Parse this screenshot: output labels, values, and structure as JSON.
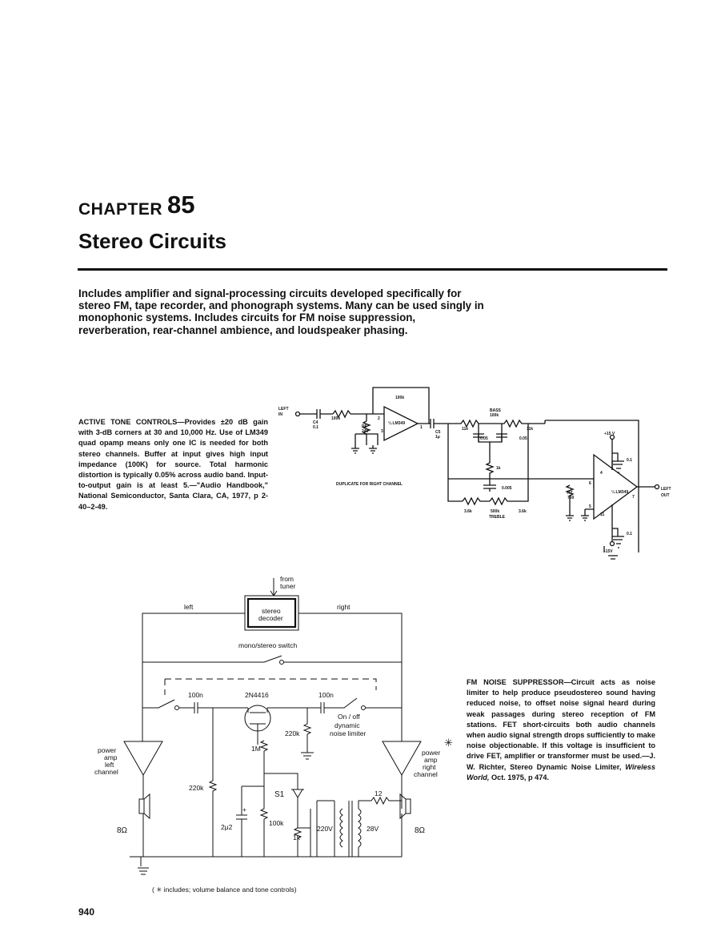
{
  "chapter": {
    "word": "CHAPTER",
    "number": "85",
    "title": "Stereo Circuits"
  },
  "intro": "Includes amplifier and signal-processing circuits developed specifically for stereo FM, tape recorder, and phonograph systems. Many can be used singly in monophonic systems. Includes circuits for FM noise suppression, reverberation, rear-channel ambience, and loudspeaker phasing.",
  "tone_controls": {
    "heading": "ACTIVE TONE CONTROLS",
    "text": "—Provides ±20 dB gain with 3-dB corners at 30 and 10,000 Hz. Use of LM349 quad opamp means only one IC is needed for both stereo channels. Buffer at input gives high input impedance (100K) for source. Total harmonic distortion is typically 0.05% across audio band. Input-to-output gain is at least 5.—\"Audio Handbook,\" National Semiconductor, Santa Clara, CA, 1977, p 2-40–2-49.",
    "schematic": {
      "left_in": [
        "LEFT",
        "IN"
      ],
      "c4": [
        "C4",
        "0.1"
      ],
      "r_in": "100k",
      "r6": [
        "R6",
        "24k"
      ],
      "r_fb": "100k",
      "opamp1": "¼ LM349",
      "c5": [
        "C5",
        "1μ"
      ],
      "bass": [
        "BASS",
        "100k"
      ],
      "r11k_a": "11k",
      "r11k_b": "11k",
      "c005_a": "0.05",
      "c005_b": "0.05",
      "r1k": "1k",
      "c0005": "0.005",
      "treble": [
        "3.6k",
        "500k",
        "3.6k",
        "TREBLE"
      ],
      "r7": [
        "R7",
        "750"
      ],
      "opamp2": "¼ LM349",
      "vplus": "+15 V",
      "vminus": "-15V",
      "c01_a": "0.1",
      "c01_b": "0.1",
      "left_out": [
        "LEFT",
        "OUT"
      ],
      "duplicate": "DUPLICATE FOR RIGHT CHANNEL",
      "pins": [
        "2",
        "3",
        "1",
        "6",
        "5",
        "7",
        "4",
        "11"
      ]
    }
  },
  "noise_suppressor": {
    "heading": "FM NOISE SUPPRESSOR",
    "text": "—Circuit acts as noise limiter to help produce pseudostereo sound having reduced noise, to offset noise signal heard during weak passages during stereo reception of FM stations. FET short-circuits both audio channels when audio signal strength drops sufficiently to make noise objectionable. If this voltage is insufficient to drive FET, amplifier or transformer must be used.—J. W. Richter, Stereo Dynamic Noise Limiter, ",
    "citation_italic": "Wireless World,",
    "citation_end": " Oct. 1975, p 474.",
    "schematic": {
      "from_tuner": [
        "from",
        "tuner"
      ],
      "decoder": [
        "stereo",
        "decoder"
      ],
      "left": "left",
      "right": "right",
      "mono_switch": "mono/stereo switch",
      "c100n_a": "100n",
      "fet": "2N4416",
      "c100n_b": "100n",
      "onoff": [
        "On / off",
        "dynamic",
        "noise limiter"
      ],
      "r220k_a": "220k",
      "r1m": "1M",
      "r220k_b": "220k",
      "amp_left": [
        "power",
        "amp",
        "left",
        "channel"
      ],
      "amp_right": [
        "power",
        "amp",
        "right",
        "channel"
      ],
      "star": "✳",
      "diode": "S1",
      "c2u2": "2μ2",
      "plus": "+",
      "r100k": "100k",
      "r1k": "1k",
      "v220": "220V",
      "v28": "28V",
      "r12": "12",
      "spk_left": "8Ω",
      "spk_right": "8Ω",
      "note": "( ✳ includes; volume balance and tone controls)"
    }
  },
  "page_number": "940"
}
